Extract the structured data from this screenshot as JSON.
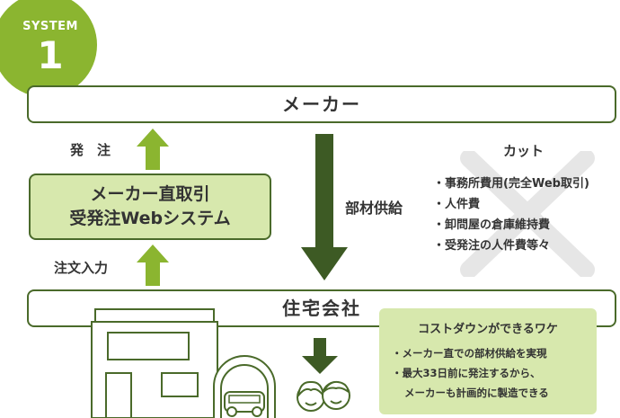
{
  "badge": {
    "label": "SYSTEM",
    "number": "1"
  },
  "maker": "メーカー",
  "housing": "住宅会社",
  "order_label": "発　注",
  "order_entry_label": "注文入力",
  "system_box": {
    "line1": "メーカー直取引",
    "line2": "受発注Webシステム"
  },
  "supply_label": "部材供給",
  "cut": {
    "title": "カット",
    "items": [
      "・事務所費用(完全Web取引)",
      "・人件費",
      "・卸問屋の倉庫維持費",
      "・受発注の人件費等々"
    ]
  },
  "reason": {
    "title": "コストダウンができるワケ",
    "items": [
      "・メーカー直での部材供給を実現",
      "・最大33日前に発注するから、",
      "メーカーも計画的に製造できる"
    ]
  },
  "colors": {
    "accent_green": "#8bb530",
    "light_green": "#d7e8ad",
    "dark_green": "#3d5a24",
    "border": "#4a6a2a",
    "cross": "#e6e6e6"
  }
}
